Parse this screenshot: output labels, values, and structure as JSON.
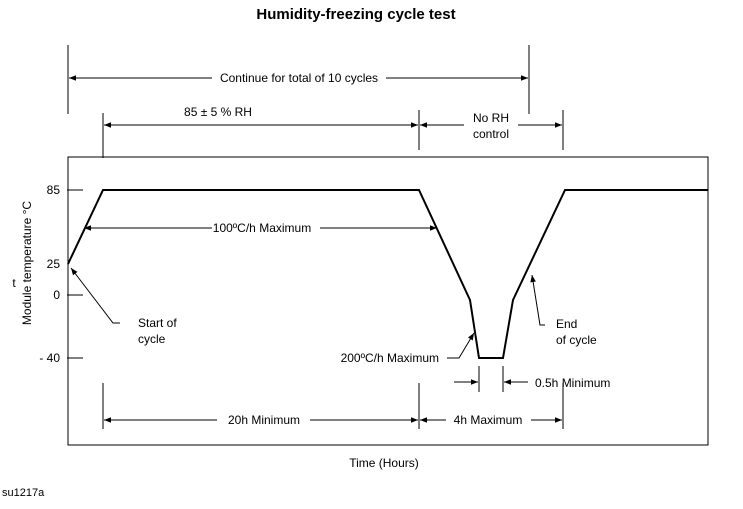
{
  "title": "Humidity-freezing cycle test",
  "cycle_note": "Continue for total of 10 cycles",
  "rh_label": "85 ± 5 % RH",
  "no_rh_line1": "No RH",
  "no_rh_line2": "control",
  "y_axis_label": "Module temperature   °C",
  "y_symbol": "t",
  "x_axis_label": "Time   (Hours)",
  "y_ticks": [
    "85",
    "25",
    "0",
    "- 40"
  ],
  "ramp_label": "100ºC/h Maximum",
  "fast_ramp_label": "200ºC/h Maximum",
  "start_line1": "Start of",
  "start_line2": "cycle",
  "end_line1": "End",
  "end_line2": "of cycle",
  "dwell_low_label": "0.5h Minimum",
  "dwell_high_label": "20h Minimum",
  "transition_label": "4h Maximum",
  "figure_id": "su1217a",
  "profile": {
    "high_temp_c": 85,
    "start_temp_c": 25,
    "low_temp_c": -40,
    "max_ramp_c_per_h": 100,
    "max_fast_ramp_c_per_h": 200,
    "min_high_dwell_h": 20,
    "max_transition_h": 4,
    "min_low_dwell_h": 0.5,
    "rh_percent": 85,
    "rh_tolerance_percent": 5,
    "total_cycles": 10
  }
}
